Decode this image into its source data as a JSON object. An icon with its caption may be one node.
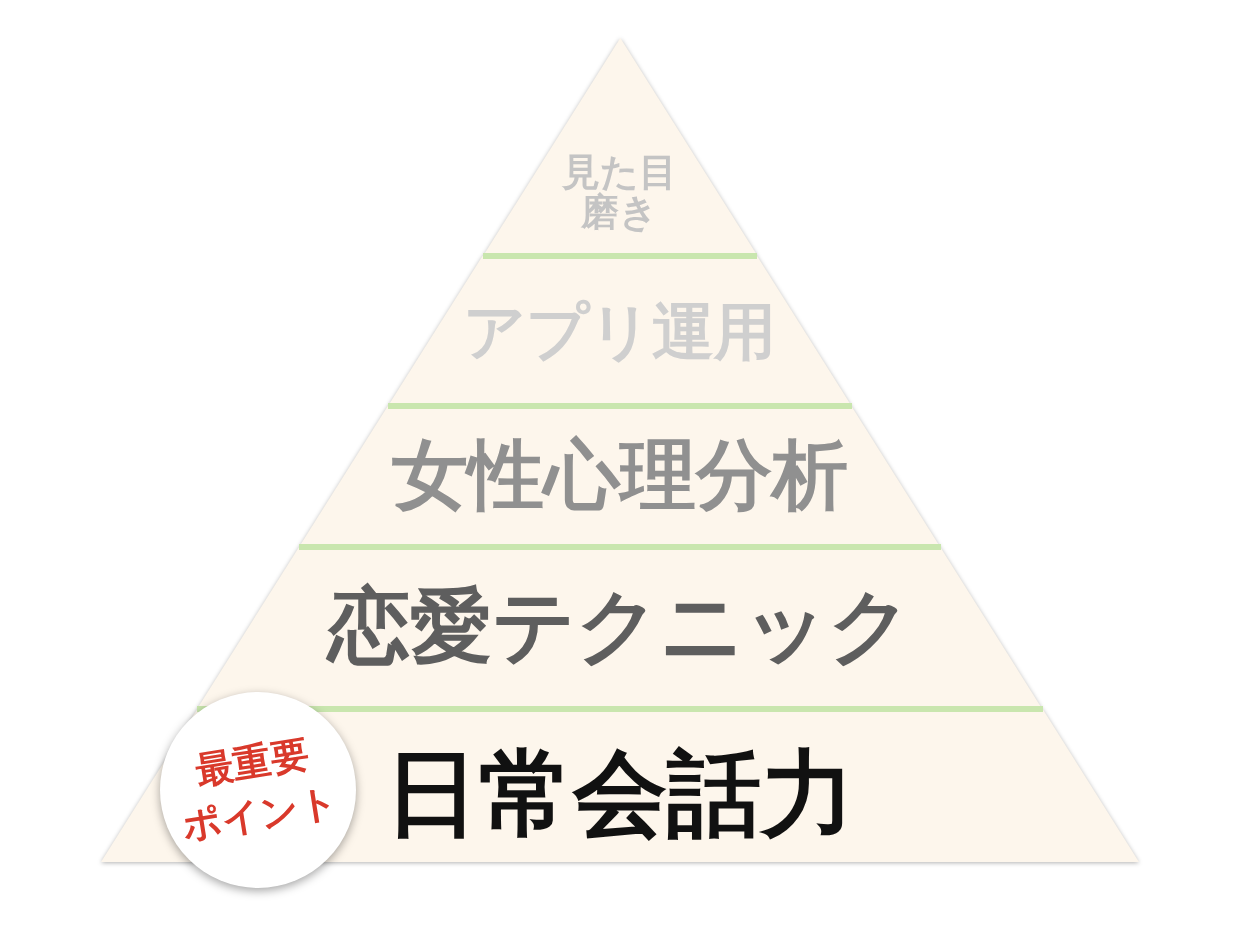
{
  "diagram": {
    "nodes": [
      {
        "text": [
          "見た目磨き"
        ]
      },
      {
        "text": [
          "アプリ運用"
        ]
      },
      {
        "text": [
          "女性心理分析"
        ]
      },
      {
        "text": [
          "恋愛テクニック"
        ]
      },
      {
        "text": [
          "日常会話力"
        ]
      },
      {
        "text": [
          "最重要",
          "ポイント"
        ]
      }
    ]
  }
}
